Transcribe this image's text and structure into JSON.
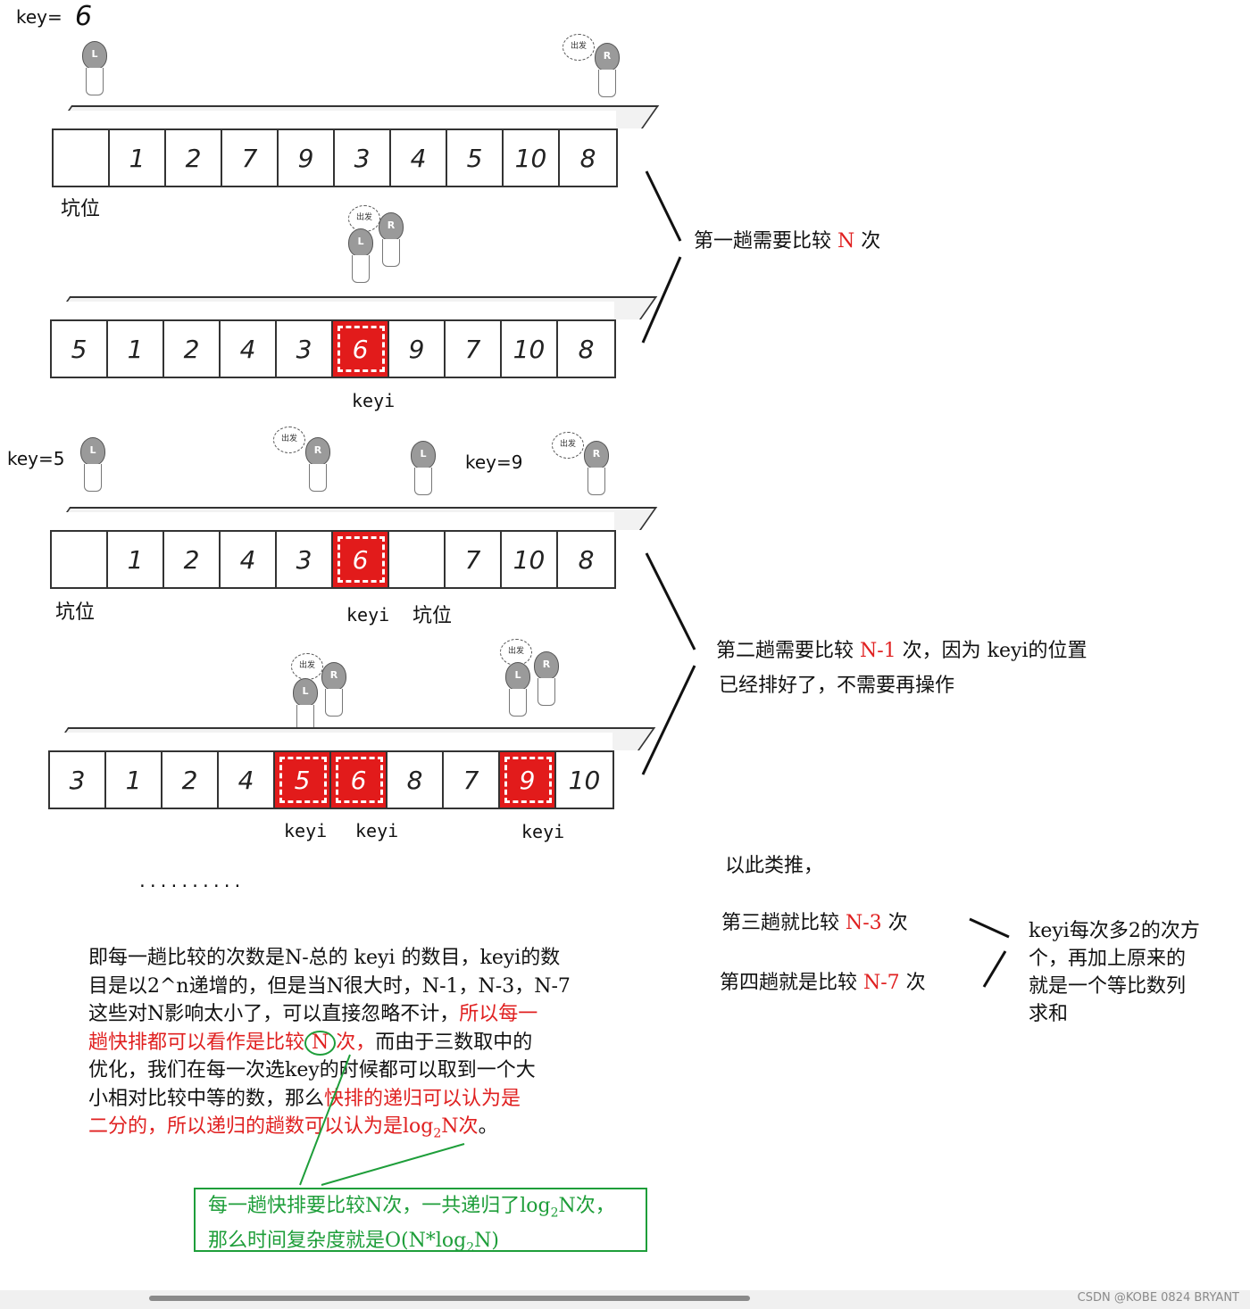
{
  "rows": [
    {
      "label_key": "key=",
      "key_value": "6",
      "cells": [
        "",
        "1",
        "2",
        "7",
        "9",
        "3",
        "4",
        "5",
        "10",
        "8"
      ],
      "under_left": "坑位"
    },
    {
      "cells": [
        "5",
        "1",
        "2",
        "4",
        "3",
        "6",
        "9",
        "7",
        "10",
        "8"
      ],
      "keyi_label": "keyi"
    },
    {
      "label_key_left": "key=5",
      "label_key_mid": "key=9",
      "cells": [
        "",
        "1",
        "2",
        "4",
        "3",
        "6",
        "",
        "7",
        "10",
        "8"
      ],
      "under_left": "坑位",
      "keyi_label": "keyi",
      "under_mid": "坑位"
    },
    {
      "cells": [
        "3",
        "1",
        "2",
        "4",
        "5",
        "6",
        "8",
        "7",
        "9",
        "10"
      ],
      "keyi_labels": [
        "keyi",
        "keyi",
        "keyi"
      ]
    }
  ],
  "characters": {
    "left": "L",
    "right": "R",
    "bubble": "出发"
  },
  "first_pass": {
    "prefix": "第一趟需要比较 ",
    "n": "N",
    "suffix": " 次"
  },
  "second_pass": {
    "prefix": "第二趟需要比较 ",
    "n": "N-1",
    "suffix": " 次，因为 keyi的位置",
    "line2": "已经排好了，不需要再操作"
  },
  "ellipsis": "..........",
  "so_on": "以此类推，",
  "third_pass": {
    "prefix": "第三趟就比较 ",
    "n": "N-3",
    "suffix": " 次"
  },
  "fourth_pass": {
    "prefix": "第四趟就是比较 ",
    "n": "N-7",
    "suffix": " 次"
  },
  "side_note": [
    "keyi每次多2的次方",
    "个，再加上原来的",
    "就是一个等比数列",
    "求和"
  ],
  "explain": {
    "l1": "即每一趟比较的次数是N-总的 keyi 的数目，keyi的数",
    "l2": "目是以2^n递增的，但是当N很大时，N-1，N-3，N-7",
    "l3a": "这些对N影响太小了，可以直接忽略不计，",
    "l3b": "所以每一",
    "l4a": "趟快排都可以看作是比较",
    "l4n": "N",
    "l4b": "次，",
    "l4c": "而由于三数取中的",
    "l5": "优化，我们在每一次选key的时候都可以取到一个大",
    "l6a": "小相对比较中等的数，那么",
    "l6b": "快排的递归可以认为是",
    "l7a": "二分的，所以递归的趟数可以认为是log",
    "l7sub": "2",
    "l7b": "N次",
    "l7c": "。"
  },
  "green_note": {
    "l1a": "每一趟快排要比较N次，一共递归了log",
    "l1sub": "2",
    "l1b": "N次，",
    "l2a": "那么时间复杂度就是O(N*log",
    "l2sub": "2",
    "l2b": "N)"
  },
  "watermark": "CSDN @KOBE 0824 BRYANT",
  "colors": {
    "red": "#e02020",
    "green": "#1e9e3a",
    "key_cell": "#e21b1b"
  }
}
